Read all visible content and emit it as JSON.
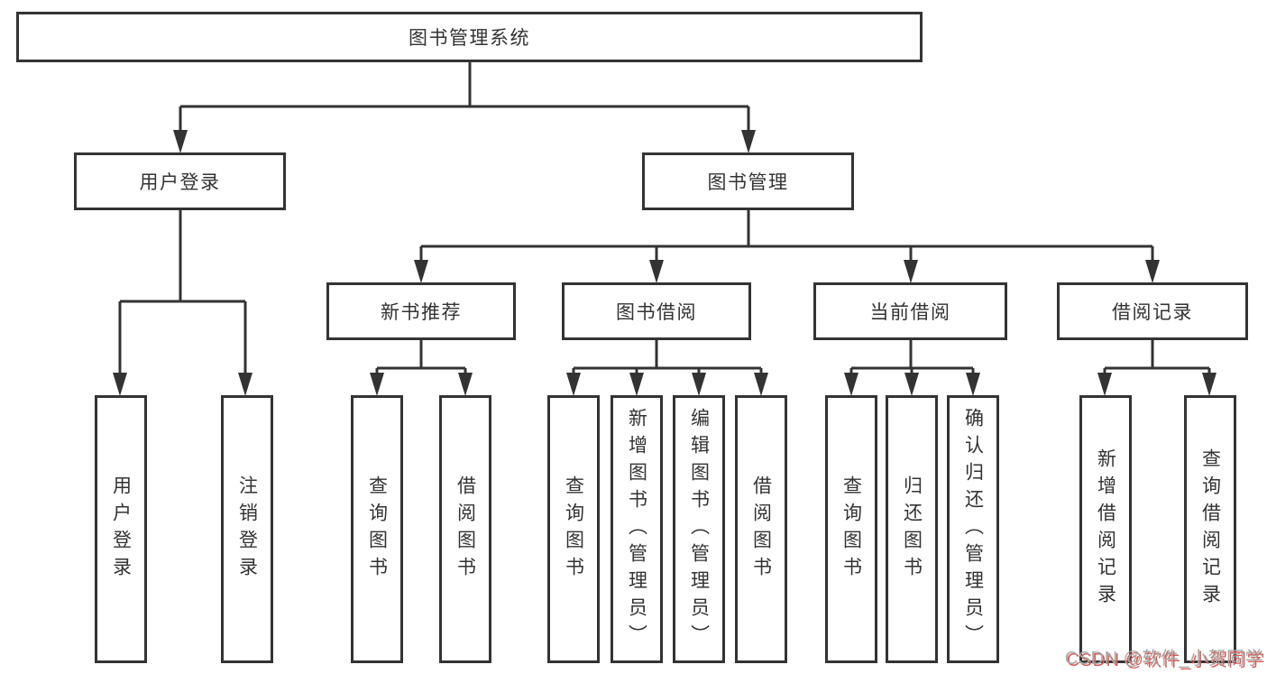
{
  "tree": {
    "root": {
      "label": "图书管理系统"
    },
    "level2": [
      {
        "label": "用户登录",
        "children": [
          {
            "label": "用户登录"
          },
          {
            "label": "注销登录"
          }
        ]
      },
      {
        "label": "图书管理",
        "children": [
          {
            "label": "新书推荐",
            "children": [
              {
                "label": "查询图书"
              },
              {
                "label": "借阅图书"
              }
            ]
          },
          {
            "label": "图书借阅",
            "children": [
              {
                "label": "查询图书"
              },
              {
                "label": "新增图书（管理员）"
              },
              {
                "label": "编辑图书（管理员）"
              },
              {
                "label": "借阅图书"
              }
            ]
          },
          {
            "label": "当前借阅",
            "children": [
              {
                "label": "查询图书"
              },
              {
                "label": "归还图书"
              },
              {
                "label": "确认归还（管理员）"
              }
            ]
          },
          {
            "label": "借阅记录",
            "children": [
              {
                "label": "新增借阅记录"
              },
              {
                "label": "查询借阅记录"
              }
            ]
          }
        ]
      }
    ]
  },
  "watermark": {
    "text": "CSDN @软件_小贺同学"
  },
  "colors": {
    "line": "#333333",
    "text": "#333333",
    "box_bg": "#ffffff",
    "background": "#ffffff",
    "watermark_gray": "#a8a8a8",
    "watermark_red": "#d65c55"
  }
}
